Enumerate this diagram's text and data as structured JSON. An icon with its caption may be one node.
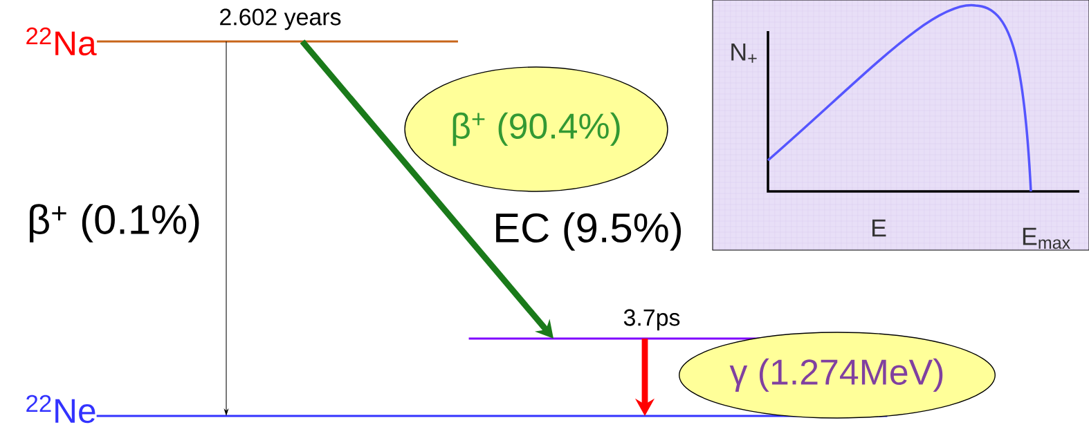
{
  "diagram": {
    "nodes": [
      {
        "text": [
          "$^{22}$Na"
        ],
        "beside": [
          "2.602 years"
        ]
      },
      {
        "text": [],
        "shape": "bar",
        "beside": [
          "3.7ps"
        ]
      },
      {
        "text": [
          "$^{22}$Ne"
        ]
      },
      {
        "text": [
          "β$^{+}$ (90.4%)"
        ]
      },
      {
        "text": [
          "γ (1.274MeV)"
        ]
      }
    ],
    "edges": [
      {
        "from": 0,
        "to": 2,
        "arrow": "to",
        "label": "β$^{+}$ (0.1%)"
      },
      {
        "from": 0,
        "to": 1,
        "arrow": "to",
        "label": "EC (9.5%)",
        "color": "#1a7a1a"
      },
      {
        "from": 1,
        "to": 2,
        "arrow": "to",
        "color": "#ff0000"
      }
    ],
    "labels": [
      "N$_{+}$",
      "E",
      "E$_{max}$"
    ]
  }
}
